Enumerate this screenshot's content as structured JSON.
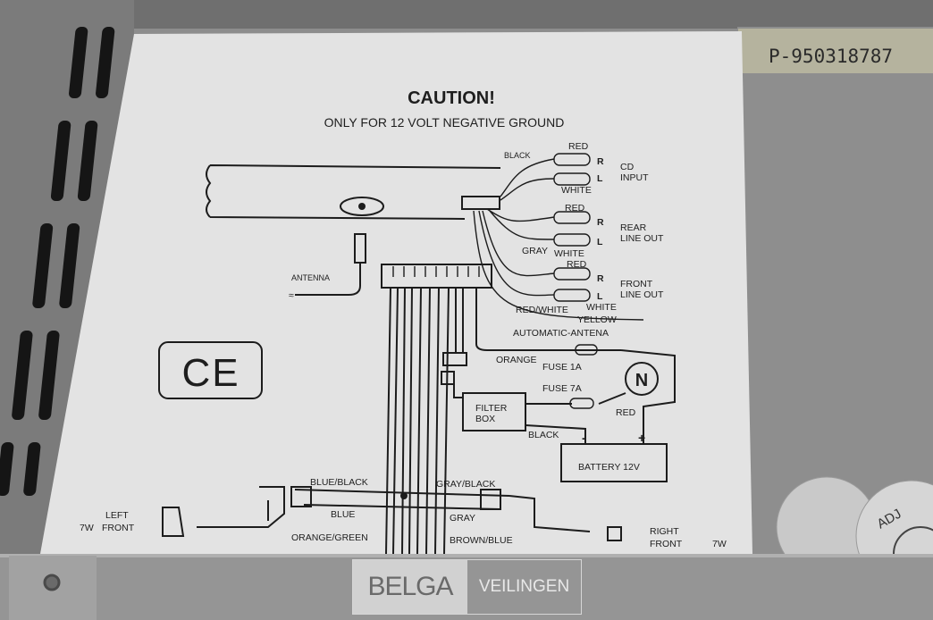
{
  "label": {
    "title": "CAUTION!",
    "subtitle": "ONLY FOR 12 VOLT NEGATIVE GROUND",
    "ce_mark": "CE",
    "wires": {
      "black_top": "BLACK",
      "cd_red": "RED",
      "cd_r": "R",
      "cd_white": "WHITE",
      "cd_l": "L",
      "cd_input_1": "CD",
      "cd_input_2": "INPUT",
      "rear_red": "RED",
      "rear_r": "R",
      "rear_l": "L",
      "rear_1": "REAR",
      "rear_2": "LINE OUT",
      "gray": "GRAY",
      "rear_white": "WHITE",
      "front_red": "RED",
      "front_r": "R",
      "front_l": "L",
      "front_1": "FRONT",
      "front_2": "LINE OUT",
      "red_white": "RED/WHITE",
      "front_white": "WHITE",
      "yellow": "YELLOW",
      "auto_antenna": "AUTOMATIC-ANTENA",
      "antenna": "ANTENNA",
      "orange": "ORANGE",
      "fuse_1a": "FUSE 1A",
      "fuse_7a": "FUSE 7A",
      "red_batt": "RED",
      "filter_1": "FILTER",
      "filter_2": "BOX",
      "black_batt": "BLACK",
      "battery": "BATTERY 12V",
      "minus": "-",
      "plus": "+",
      "blue_black": "BLUE/BLACK",
      "gray_black": "GRAY/BLACK",
      "blue": "BLUE",
      "gray_bottom": "GRAY",
      "orange_green": "ORANGE/GREEN",
      "brown_blue": "BROWN/BLUE",
      "left_1": "LEFT",
      "left_2": "7W",
      "left_3": "FRONT",
      "right_1": "RIGHT",
      "right_2": "FRONT",
      "right_3": "7W"
    }
  },
  "sticker": "P-950318787",
  "knob_text": "ADJ",
  "watermark": {
    "left": "BELGA",
    "right": "VEILINGEN"
  }
}
